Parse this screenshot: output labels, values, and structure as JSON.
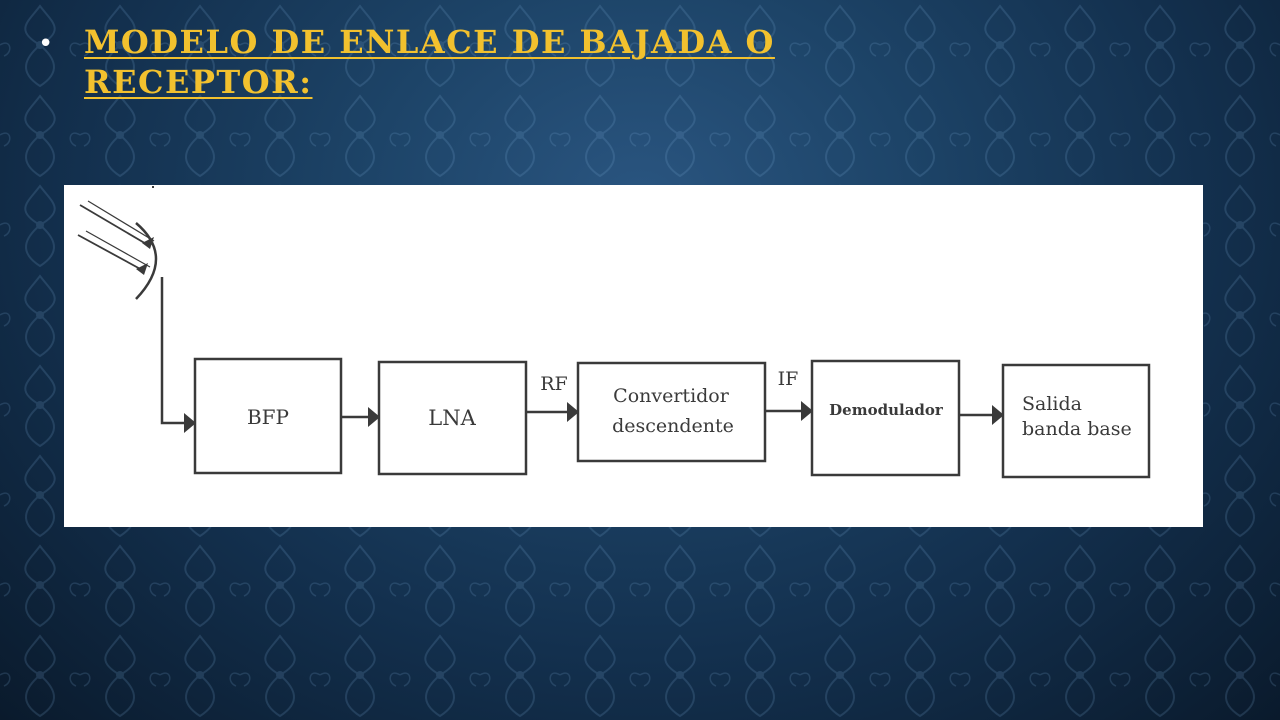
{
  "slide": {
    "bullet": "•",
    "title": "MODELO DE ENLACE DE BAJADA O RECEPTOR:"
  },
  "diagram": {
    "antenna_icon": "satellite-dish-icon",
    "blocks": [
      {
        "lines": [
          "BFP"
        ]
      },
      {
        "lines": [
          "LNA"
        ]
      },
      {
        "lines": [
          "Convertidor",
          "descendente"
        ]
      },
      {
        "lines": [
          "Demodulador"
        ]
      },
      {
        "lines": [
          "Salida",
          "banda base"
        ]
      }
    ],
    "signal_labels": {
      "rf": "RF",
      "if": "IF"
    }
  },
  "colors": {
    "title": "#f2c12e",
    "background": "#1d4468",
    "diagram_line": "#3a3a3a"
  }
}
